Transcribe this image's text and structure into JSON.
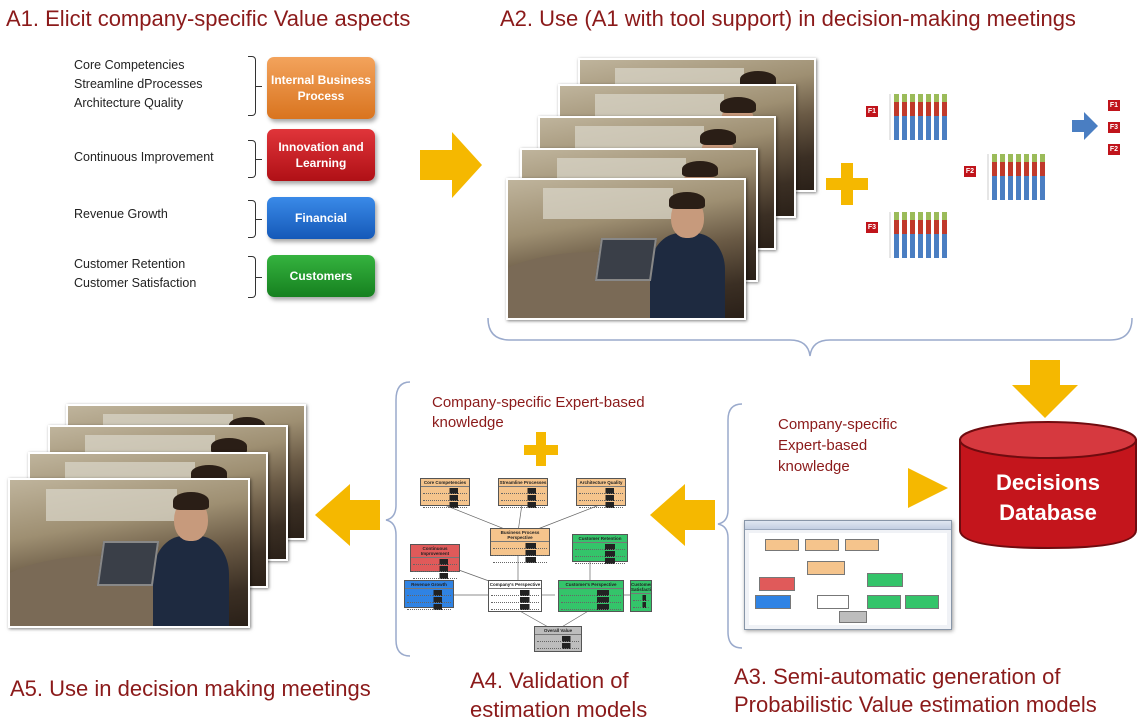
{
  "headings": {
    "a1": "A1. Elicit company-specific Value aspects",
    "a2": "A2. Use (A1 with tool support) in decision-making meetings",
    "a3_line1": "A3. Semi-automatic generation of",
    "a3_line2": "Probabilistic Value estimation models",
    "a4_line1": "A4.  Validation of",
    "a4_line2": "estimation models",
    "a5": "A5. Use in decision making meetings"
  },
  "value_aspects": {
    "group1": [
      "Core Competencies",
      "Streamline dProcesses",
      "Architecture Quality"
    ],
    "group2": [
      "Continuous Improvement"
    ],
    "group3": [
      "Revenue Growth"
    ],
    "group4": [
      "Customer Retention",
      "Customer Satisfaction"
    ]
  },
  "categories": {
    "internal": "Internal Business Process",
    "innovation": "Innovation and Learning",
    "financial": "Financial",
    "customers": "Customers"
  },
  "feature_badges": {
    "f1": "F1",
    "f2": "F2",
    "f3": "F3",
    "r1": "F1",
    "r2": "F3",
    "r3": "F2"
  },
  "knowledge_label_a4": [
    "Company-specific Expert-based",
    "knowledge"
  ],
  "knowledge_label_a3": [
    "Company-specific",
    "Expert-based",
    "knowledge"
  ],
  "database": {
    "line1": "Decisions",
    "line2": "Database"
  },
  "bn_nodes": {
    "core": "Core Competencies",
    "streamline": "Streamline Processes",
    "architecture": "Architecture Quality",
    "bpp": "Business Process Perspective",
    "continuous": "Continuous Improvement",
    "retention": "Customer Retention",
    "revenue": "Revenue Growth",
    "company": "Company's Perspective",
    "customers": "Customer's Perspective",
    "satisfaction": "Customer Satisfaction",
    "overall": "Overall Value"
  },
  "colors": {
    "heading": "#8b1a1a",
    "arrow": "#f5b800",
    "internal": "#e8893a",
    "innovation": "#c9181f",
    "financial": "#1f6ed4",
    "customers": "#1f9a2a",
    "database": "#c4151c"
  }
}
